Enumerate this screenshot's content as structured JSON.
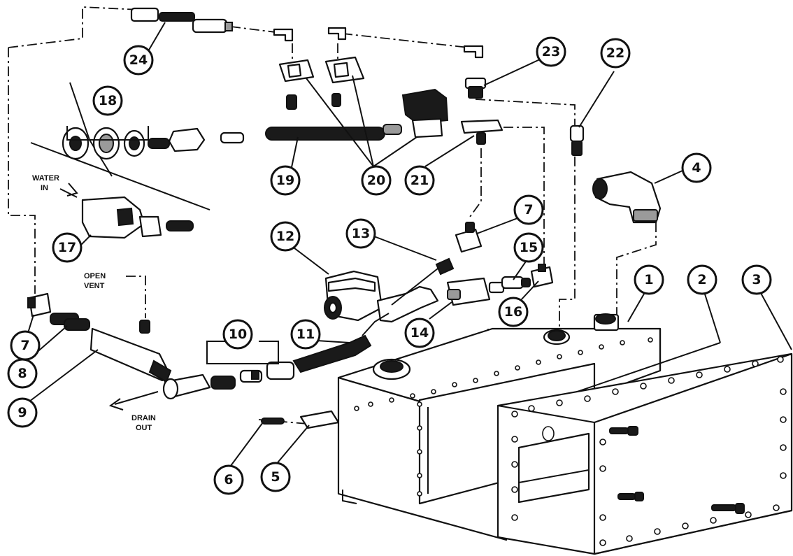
{
  "labels": {
    "water_in_1": "WATER",
    "water_in_2": "IN",
    "open_vent_1": "OPEN",
    "open_vent_2": "VENT",
    "drain_out_1": "DRAIN",
    "drain_out_2": "OUT"
  },
  "callouts": [
    "1",
    "2",
    "3",
    "4",
    "5",
    "6",
    "7",
    "7",
    "8",
    "9",
    "10",
    "11",
    "12",
    "13",
    "14",
    "15",
    "16",
    "17",
    "18",
    "19",
    "20",
    "21",
    "22",
    "23",
    "24"
  ]
}
